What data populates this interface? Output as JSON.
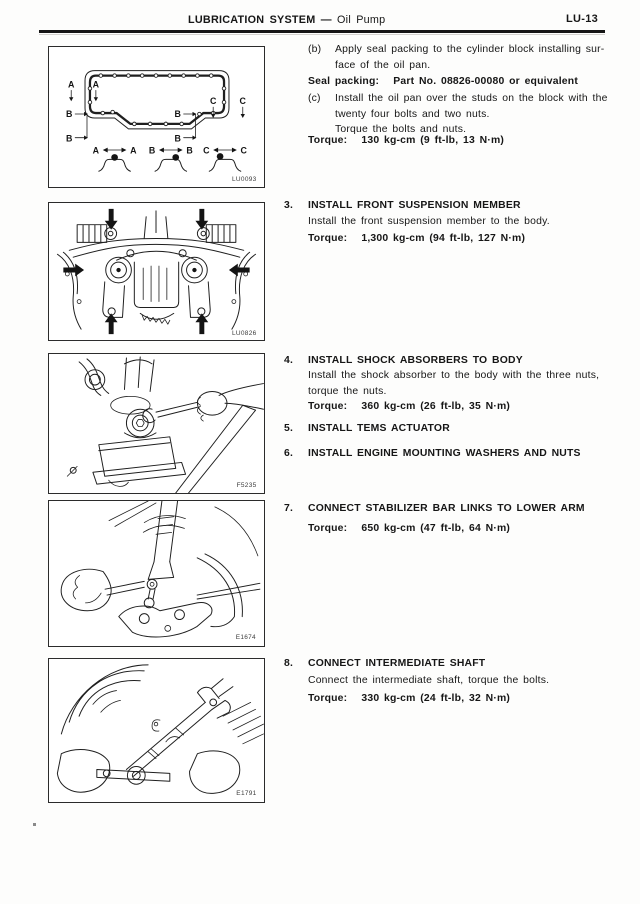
{
  "header": {
    "title_main": "LUBRICATION SYSTEM",
    "title_sep": "—",
    "title_sub": "Oil Pump",
    "page_code": "LU-13"
  },
  "figures": [
    {
      "code": "LU0093",
      "letters": {
        "a": "A",
        "b": "B",
        "c": "C"
      }
    },
    {
      "code": "LU0826"
    },
    {
      "code": "F5235"
    },
    {
      "code": "E1674"
    },
    {
      "code": "E1791"
    }
  ],
  "steps": {
    "item_b": {
      "label": "(b)",
      "text": "Apply seal packing to the cylinder block installing sur-\nface of the oil pan."
    },
    "seal_packing": "Seal packing:   Part No. 08826-00080 or equivalent",
    "item_c": {
      "label": "(c)",
      "text": "Install the oil pan over the studs on the block with the\ntwenty four bolts and two nuts.\nTorque the bolts and nuts."
    },
    "torque_oil_pan": "Torque:   130 kg-cm (9 ft-lb, 13 N·m)",
    "s3": {
      "num": "3.",
      "title": "INSTALL FRONT SUSPENSION MEMBER",
      "body": "Install the front suspension member to the body.",
      "torque": "Torque:   1,300 kg-cm (94 ft-lb, 127 N·m)"
    },
    "s4": {
      "num": "4.",
      "title": "INSTALL SHOCK ABSORBERS TO BODY",
      "body": "Install the shock absorber to the body with the three nuts,\ntorque the nuts.",
      "torque": "Torque:   360 kg-cm (26 ft-lb, 35 N·m)"
    },
    "s5": {
      "num": "5.",
      "title": "INSTALL TEMS ACTUATOR"
    },
    "s6": {
      "num": "6.",
      "title": "INSTALL ENGINE MOUNTING WASHERS AND NUTS"
    },
    "s7": {
      "num": "7.",
      "title": "CONNECT STABILIZER BAR LINKS TO LOWER ARM",
      "torque": "Torque:   650 kg-cm (47 ft-lb, 64 N·m)"
    },
    "s8": {
      "num": "8.",
      "title": "CONNECT INTERMEDIATE SHAFT",
      "body": "Connect the intermediate shaft, torque the bolts.",
      "torque": "Torque:   330 kg-cm (24 ft-lb, 32 N·m)"
    }
  }
}
